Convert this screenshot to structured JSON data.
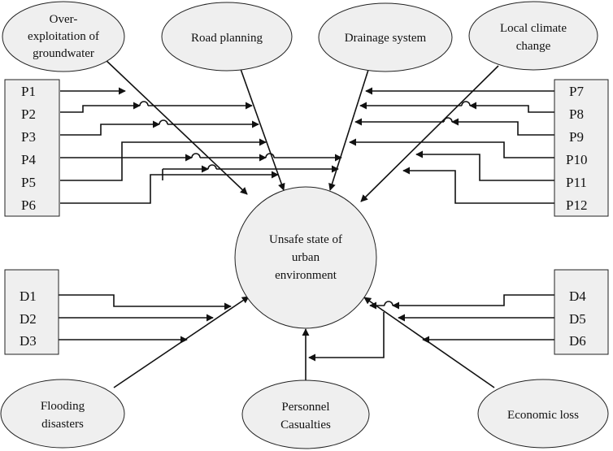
{
  "center": {
    "lines": [
      "Unsafe state of",
      "urban",
      "environment"
    ]
  },
  "top_nodes": [
    {
      "id": "over-exploitation",
      "lines": [
        "Over-",
        "exploitation of",
        "groundwater"
      ]
    },
    {
      "id": "road-planning",
      "lines": [
        "Road planning"
      ]
    },
    {
      "id": "drainage-system",
      "lines": [
        "Drainage system"
      ]
    },
    {
      "id": "local-climate-change",
      "lines": [
        "Local climate",
        "change"
      ]
    }
  ],
  "bottom_nodes": [
    {
      "id": "flooding-disasters",
      "lines": [
        "Flooding",
        "disasters"
      ]
    },
    {
      "id": "personnel-casualties",
      "lines": [
        "Personnel",
        "Casualties"
      ]
    },
    {
      "id": "economic-loss",
      "lines": [
        "Economic loss"
      ]
    }
  ],
  "left_factors": [
    "P1",
    "P2",
    "P3",
    "P4",
    "P5",
    "P6"
  ],
  "right_factors": [
    "P7",
    "P8",
    "P9",
    "P10",
    "P11",
    "P12"
  ],
  "left_damages": [
    "D1",
    "D2",
    "D3"
  ],
  "right_damages": [
    "D4",
    "D5",
    "D6"
  ]
}
